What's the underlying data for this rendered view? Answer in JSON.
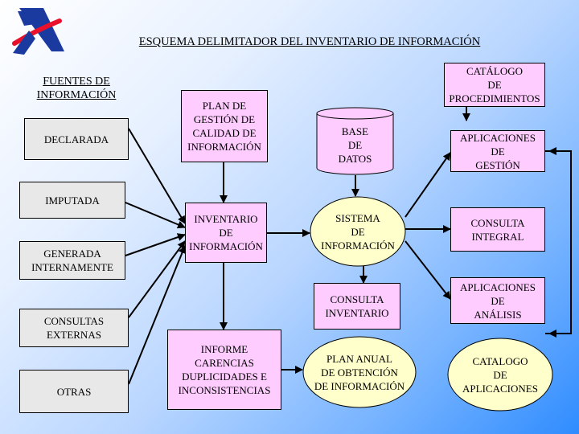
{
  "title": "ESQUEMA DELIMITADOR DEL INVENTARIO DE INFORMACIÓN",
  "sources_heading": "FUENTES DE\nINFORMACIÓN",
  "sources": [
    "DECLARADA",
    "IMPUTADA",
    "GENERADA\nINTERNAMENTE",
    "CONSULTAS\nEXTERNAS",
    "OTRAS"
  ],
  "plan": "PLAN DE\nGESTIÓN DE\nCALIDAD DE\nINFORMACIÓN",
  "inventario": "INVENTARIO\nDE\nINFORMACIÓN",
  "informe": "INFORME\nCARENCIAS\nDUPLICIDADES E\nINCONSISTENCIAS",
  "base_datos": "BASE\nDE\nDATOS",
  "sistema": "SISTEMA\nDE\nINFORMACIÓN",
  "consulta_inventario": "CONSULTA\nINVENTARIO",
  "plan_anual": "PLAN ANUAL\nDE OBTENCIÓN\nDE INFORMACIÓN",
  "catalogo_procedimientos": "CATÁLOGO\nDE\nPROCEDIMIENTOS",
  "aplicaciones_gestion": "APLICACIONES\nDE\nGESTIÓN",
  "consulta_integral": "CONSULTA\nINTEGRAL",
  "aplicaciones_analisis": "APLICACIONES\nDE\nANÁLISIS",
  "catalogo_aplicaciones": "CATALOGO\nDE\nAPLICACIONES",
  "colors": {
    "pink": "#ffccff",
    "grey": "#e8e8e8",
    "yellow": "#ffffcc",
    "logo_blue": "#1a3aa0",
    "logo_red": "#e8102a"
  }
}
